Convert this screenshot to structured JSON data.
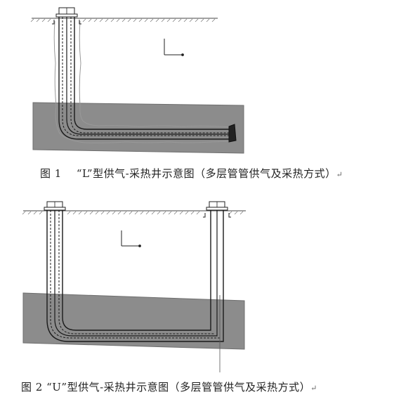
{
  "figures": [
    {
      "number": "图 1",
      "caption": "“L”型供气-采热井示意图（多层管管供气及采热方式）",
      "end_mark": "↵"
    },
    {
      "number": "图 2",
      "caption": "“U”型供气-采热井示意图（多层管管供气及采热方式）",
      "end_mark": "↵"
    }
  ],
  "colors": {
    "layer_fill": "#8c8c8c",
    "layer_stroke": "#6e6e6e",
    "pipe": "#1a1a1a",
    "ground": "#444444",
    "heat_exchanger": "#222222"
  }
}
